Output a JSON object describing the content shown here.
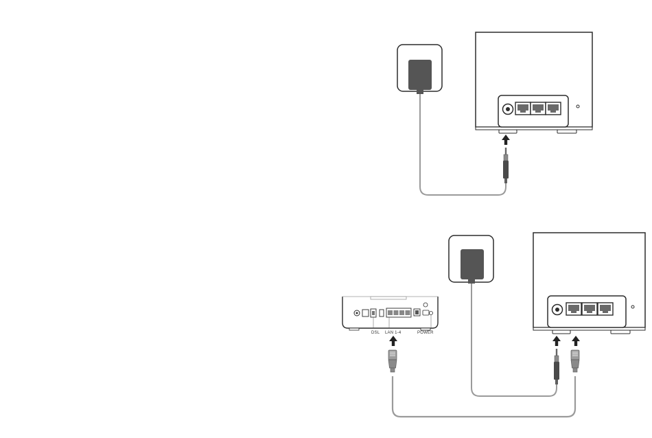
{
  "modem_labels": {
    "dsl": "DSL",
    "lan": "LAN 1-4",
    "power": "POWER"
  },
  "colors": {
    "outline": "#2b2b2b",
    "adapter": "#555555",
    "cable": "#9a9a9a",
    "plug_gray": "#8f8f8f",
    "plug_dark": "#4a4a4a",
    "arrow": "#222222"
  }
}
